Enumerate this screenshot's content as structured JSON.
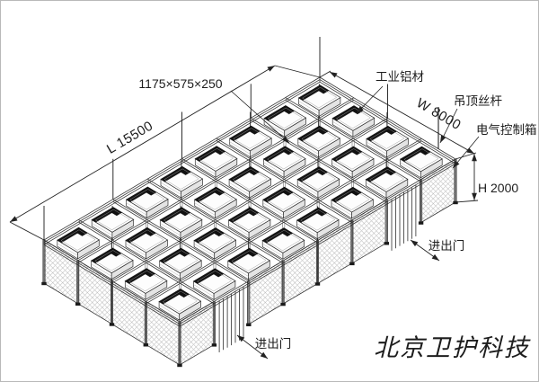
{
  "diagram": {
    "type": "isometric-technical-drawing",
    "subject": "modular cleanroom frame with FFU ceiling grid and mesh walls",
    "dimensions": {
      "unit_size": "1175×575×250",
      "length": "L 15500",
      "width": "W 8000",
      "height": "H 2000"
    },
    "labels": {
      "aluminum_profile": "工业铝材",
      "ceiling_rod": "吊顶丝杆",
      "electric_control_box": "电气控制箱",
      "door_front": "进出门",
      "door_side": "进出门"
    },
    "watermark": "北京卫护科技",
    "colors": {
      "line": "#2f2f2f",
      "mesh": "#9f9f9f",
      "ffu_dark": "#151515",
      "watermark": "#cccccc",
      "background": "#ffffff"
    }
  }
}
